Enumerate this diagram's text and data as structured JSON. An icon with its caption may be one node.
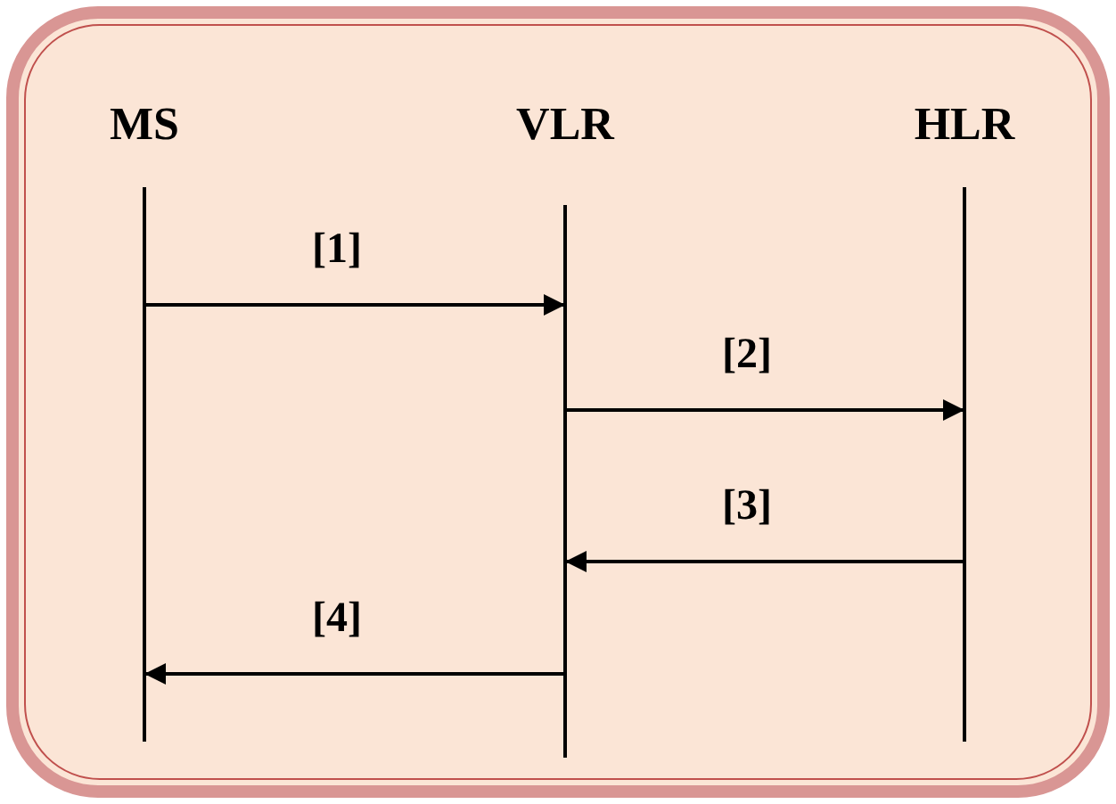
{
  "diagram": {
    "nodes": [
      {
        "text": [
          "MS"
        ]
      },
      {
        "text": [
          "VLR"
        ]
      },
      {
        "text": [
          "HLR"
        ]
      }
    ],
    "edges": [
      {
        "from": 0,
        "to": 1,
        "arrow": "to",
        "label": "[1]"
      },
      {
        "from": 1,
        "to": 2,
        "arrow": "to",
        "label": "[2]"
      },
      {
        "from": 2,
        "to": 1,
        "arrow": "to",
        "label": "[3]"
      },
      {
        "from": 1,
        "to": 0,
        "arrow": "to",
        "label": "[4]"
      }
    ]
  }
}
